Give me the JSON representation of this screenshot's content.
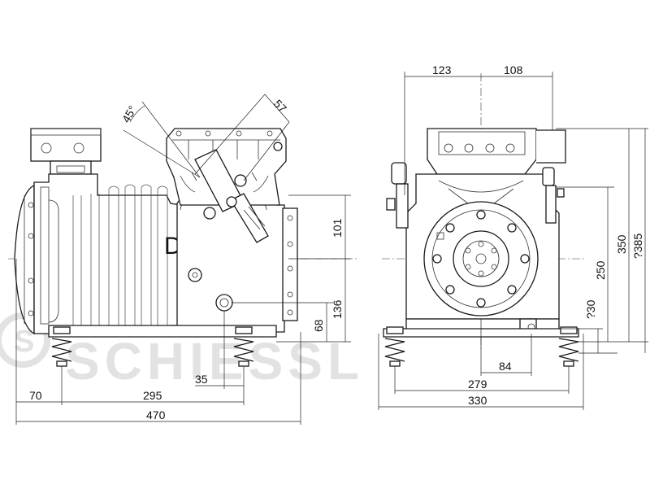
{
  "watermark": {
    "text": "SCHIESSL",
    "badge_glyph": "S",
    "color": "#e2e2e2"
  },
  "side_view": {
    "body_marking": "D",
    "dimensions": {
      "angle": "45°",
      "diag": "57",
      "h_101": "101",
      "h_136": "136",
      "h_68": "68",
      "w_35": "35",
      "w_70": "70",
      "w_295": "295",
      "w_470": "470"
    }
  },
  "front_view": {
    "dimensions": {
      "w_123": "123",
      "w_108": "108",
      "h_250": "250",
      "h_350": "350",
      "h_385": "?385",
      "h_30": "?30",
      "w_84": "84",
      "w_279": "279",
      "w_330": "330"
    }
  },
  "colors": {
    "line": "#1a1a1a",
    "watermark": "#e2e2e2"
  }
}
